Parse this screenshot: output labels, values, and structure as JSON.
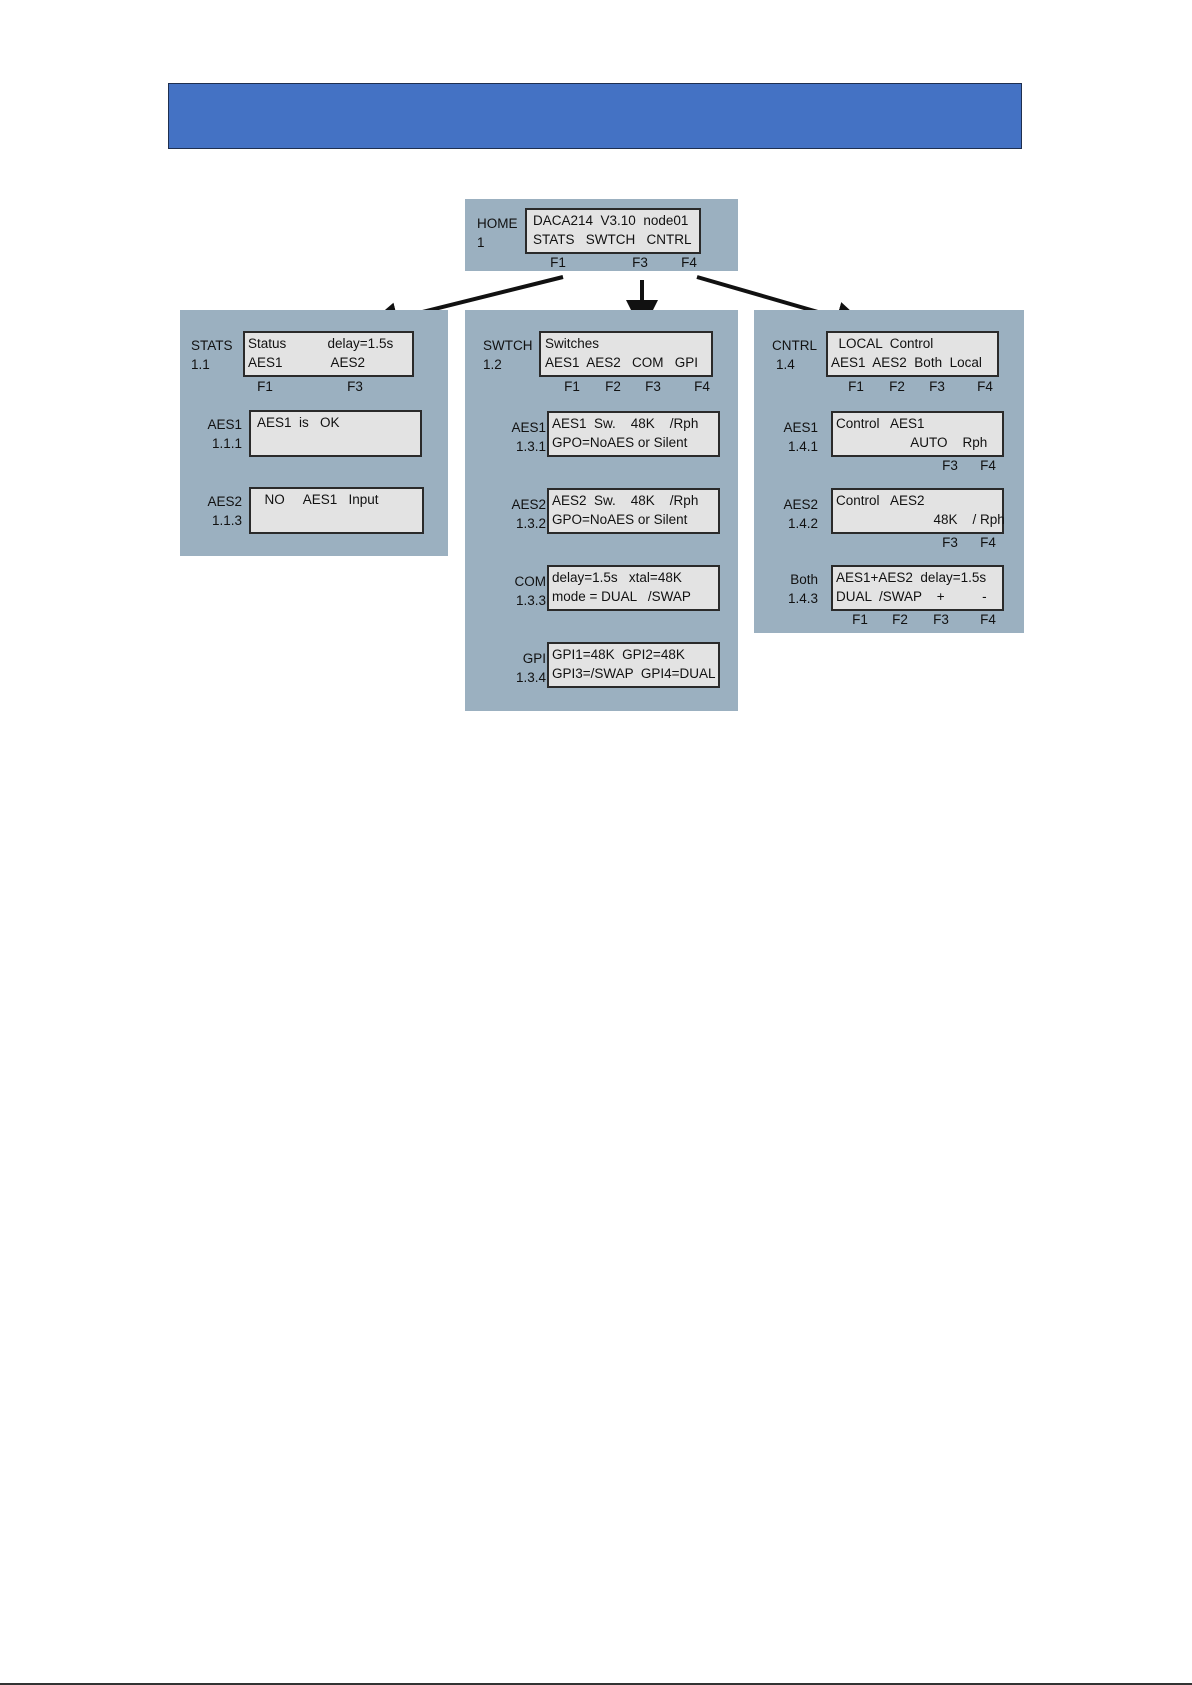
{
  "home": {
    "name": "HOME",
    "id": "1",
    "lines": [
      "DACA214  V3.10  node01",
      "STATS   SWTCH   CNTRL"
    ],
    "fkeys": [
      "F1",
      "F3",
      "F4"
    ]
  },
  "stats": {
    "name": "STATS",
    "id": "1.1",
    "lines": [
      "Status           delay=1.5s",
      "AES1             AES2"
    ],
    "fkeys": [
      "F1",
      "F3"
    ],
    "subs": [
      {
        "name": "AES1",
        "id": "1.1.1",
        "lines": [
          "AES1  is   OK",
          ""
        ]
      },
      {
        "name": "AES2",
        "id": "1.1.3",
        "lines": [
          "  NO     AES1   Input",
          ""
        ]
      }
    ]
  },
  "swtch": {
    "name": "SWTCH",
    "id": "1.2",
    "lines": [
      "Switches",
      "AES1  AES2   COM   GPI"
    ],
    "fkeys": [
      "F1",
      "F2",
      "F3",
      "F4"
    ],
    "subs": [
      {
        "name": "AES1",
        "id": "1.3.1",
        "lines": [
          "AES1  Sw.    48K    /Rph",
          "GPO=NoAES or Silent"
        ]
      },
      {
        "name": "AES2",
        "id": "1.3.2",
        "lines": [
          "AES2  Sw.    48K    /Rph",
          "GPO=NoAES or Silent"
        ]
      },
      {
        "name": "COM",
        "id": "1.3.3",
        "lines": [
          "delay=1.5s   xtal=48K",
          "mode = DUAL   /SWAP"
        ]
      },
      {
        "name": "GPI",
        "id": "1.3.4",
        "lines": [
          "GPI1=48K  GPI2=48K",
          "GPI3=/SWAP  GPI4=DUAL"
        ]
      }
    ]
  },
  "cntrl": {
    "name": "CNTRL",
    "id": "1.4",
    "lines": [
      "  LOCAL  Control",
      "AES1  AES2  Both  Local"
    ],
    "fkeys": [
      "F1",
      "F2",
      "F3",
      "F4"
    ],
    "subs": [
      {
        "name": "AES1",
        "id": "1.4.1",
        "lines": [
          "Control   AES1",
          "                    AUTO    Rph"
        ],
        "fkeys": [
          "F3",
          "F4"
        ]
      },
      {
        "name": "AES2",
        "id": "1.4.2",
        "lines": [
          "Control   AES2",
          "                          48K    / Rph"
        ],
        "fkeys": [
          "F3",
          "F4"
        ]
      },
      {
        "name": "Both",
        "id": "1.4.3",
        "lines": [
          "AES1+AES2  delay=1.5s",
          "DUAL  /SWAP    +          -"
        ],
        "fkeys": [
          "F1",
          "F2",
          "F3",
          "F4"
        ]
      }
    ]
  }
}
